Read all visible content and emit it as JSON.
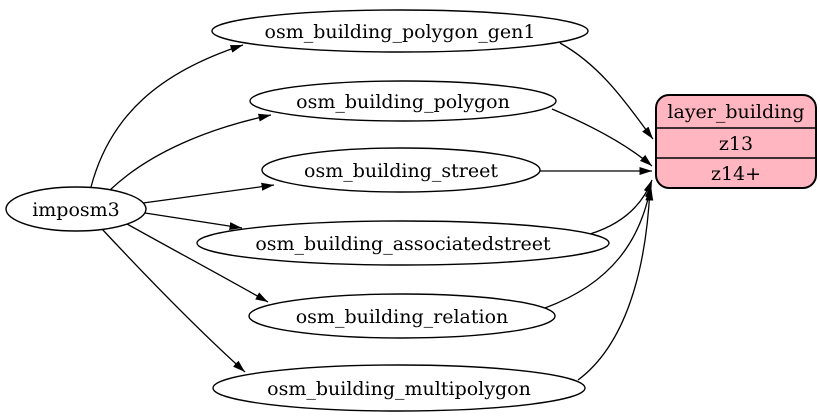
{
  "diagram": {
    "background": "#ffffff",
    "edge_color": "#000000",
    "nodes": {
      "imposm3": {
        "label": "imposm3",
        "shape": "ellipse"
      },
      "polygon_gen1": {
        "label": "osm_building_polygon_gen1",
        "shape": "ellipse"
      },
      "polygon": {
        "label": "osm_building_polygon",
        "shape": "ellipse"
      },
      "street": {
        "label": "osm_building_street",
        "shape": "ellipse"
      },
      "associatedstreet": {
        "label": "osm_building_associatedstreet",
        "shape": "ellipse"
      },
      "relation": {
        "label": "osm_building_relation",
        "shape": "ellipse"
      },
      "multipolygon": {
        "label": "osm_building_multipolygon",
        "shape": "ellipse"
      },
      "layer_building": {
        "title": "layer_building",
        "rows": [
          "z13",
          "z14+"
        ],
        "fill": "#ffb6c1",
        "shape": "rounded-record"
      }
    },
    "edges": [
      {
        "from": "imposm3",
        "to": "osm_building_polygon_gen1"
      },
      {
        "from": "imposm3",
        "to": "osm_building_polygon"
      },
      {
        "from": "imposm3",
        "to": "osm_building_street"
      },
      {
        "from": "imposm3",
        "to": "osm_building_associatedstreet"
      },
      {
        "from": "imposm3",
        "to": "osm_building_relation"
      },
      {
        "from": "imposm3",
        "to": "osm_building_multipolygon"
      },
      {
        "from": "osm_building_polygon_gen1",
        "to": "layer_building",
        "port": "z13"
      },
      {
        "from": "osm_building_polygon",
        "to": "layer_building",
        "port": "z14+"
      },
      {
        "from": "osm_building_street",
        "to": "layer_building",
        "port": "z14+"
      },
      {
        "from": "osm_building_associatedstreet",
        "to": "layer_building",
        "port": "z14+"
      },
      {
        "from": "osm_building_relation",
        "to": "layer_building",
        "port": "z14+"
      },
      {
        "from": "osm_building_multipolygon",
        "to": "layer_building",
        "port": "z14+"
      }
    ]
  }
}
